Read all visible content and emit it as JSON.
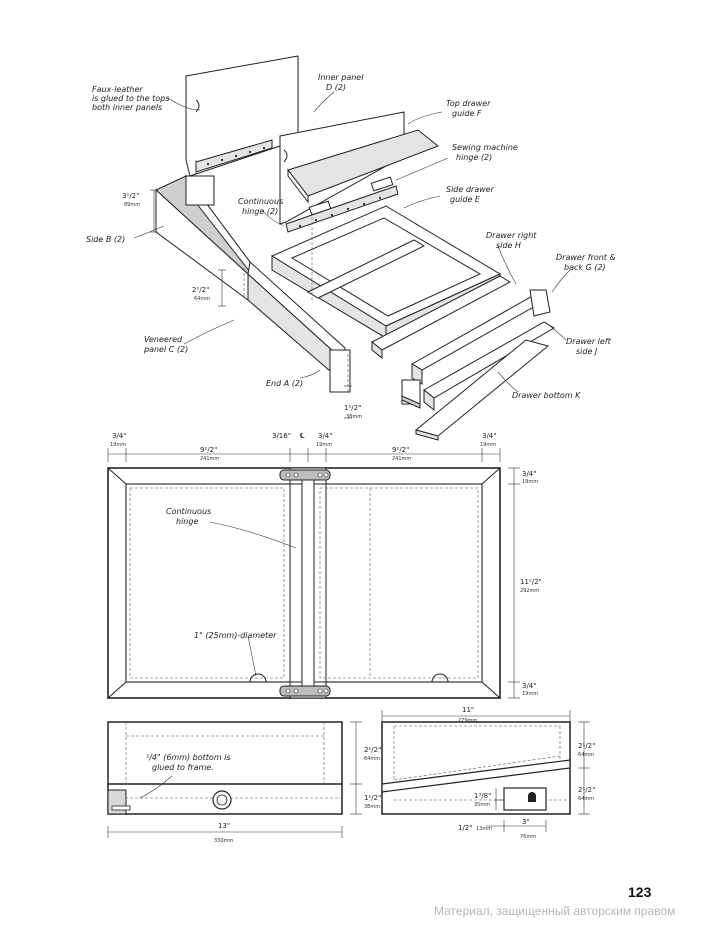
{
  "exploded": {
    "faux_leather": [
      "Faux-leather",
      "is glued to the tops",
      "both inner panels"
    ],
    "inner_panel": [
      "Inner panel",
      "D (2)"
    ],
    "top_drawer_guide": [
      "Top drawer",
      "guide F"
    ],
    "sewing_hinge": [
      "Sewing machine",
      "hinge (2)"
    ],
    "side_drawer_guide": [
      "Side drawer",
      "guide E"
    ],
    "drawer_right_side": [
      "Drawer right",
      "side H"
    ],
    "drawer_front_back": [
      "Drawer front &",
      "back G (2)"
    ],
    "drawer_left_side": [
      "Drawer left",
      "side J"
    ],
    "drawer_bottom": "Drawer bottom K",
    "end": "End A (2)",
    "veneered_panel": [
      "Veneered",
      "panel C (2)"
    ],
    "side": "Side B (2)",
    "continuous_hinge": [
      "Continuous",
      "hinge (2)"
    ],
    "dim_3_5": [
      "3¹/2\"",
      "89mm"
    ],
    "dim_2_5": [
      "2¹/2\"",
      "64mm"
    ],
    "dim_1_5": [
      "1¹/2\"",
      "38mm"
    ]
  },
  "plan": {
    "top_dims": [
      {
        "t": "3/4\"",
        "m": "19mm"
      },
      {
        "t": "9¹/2\"",
        "m": "241mm"
      },
      {
        "t": "3/16\"",
        "m": ""
      },
      {
        "t": "℄",
        "m": ""
      },
      {
        "t": "3/4\"",
        "m": "19mm"
      },
      {
        "t": "9¹/2\"",
        "m": "241mm"
      },
      {
        "t": "3/4\"",
        "m": "19mm"
      }
    ],
    "right_dims": [
      {
        "t": "3/4\"",
        "m": "19mm"
      },
      {
        "t": "11¹/2\"",
        "m": "292mm"
      },
      {
        "t": "3/4\"",
        "m": "19mm"
      }
    ],
    "continuous_hinge": [
      "Continuous",
      "hinge"
    ],
    "diameter": "1\" (25mm)-diameter"
  },
  "front": {
    "bottom_note": [
      "¹/4\" (6mm) bottom is",
      "glued to frame."
    ],
    "dim_top": {
      "t": "2¹/2\"",
      "m": "64mm"
    },
    "dim_bot": {
      "t": "1¹/2\"",
      "m": "38mm"
    },
    "width": {
      "t": "13\"",
      "m": "330mm"
    }
  },
  "side_view": {
    "width": {
      "t": "11\"",
      "m": "279mm"
    },
    "dim_top": {
      "t": "2¹/2\"",
      "m": "64mm"
    },
    "dim_bot": {
      "t": "2¹/2\"",
      "m": "64mm"
    },
    "dim_mid": {
      "t": "1³/8\"",
      "m": "35mm"
    },
    "dim_half": {
      "t": "1/2\"",
      "m": "13mm"
    },
    "dim_three": {
      "t": "3\"",
      "m": "76mm"
    }
  },
  "footer": {
    "page_number": "123",
    "watermark": "Материал, защищенный авторским правом"
  }
}
